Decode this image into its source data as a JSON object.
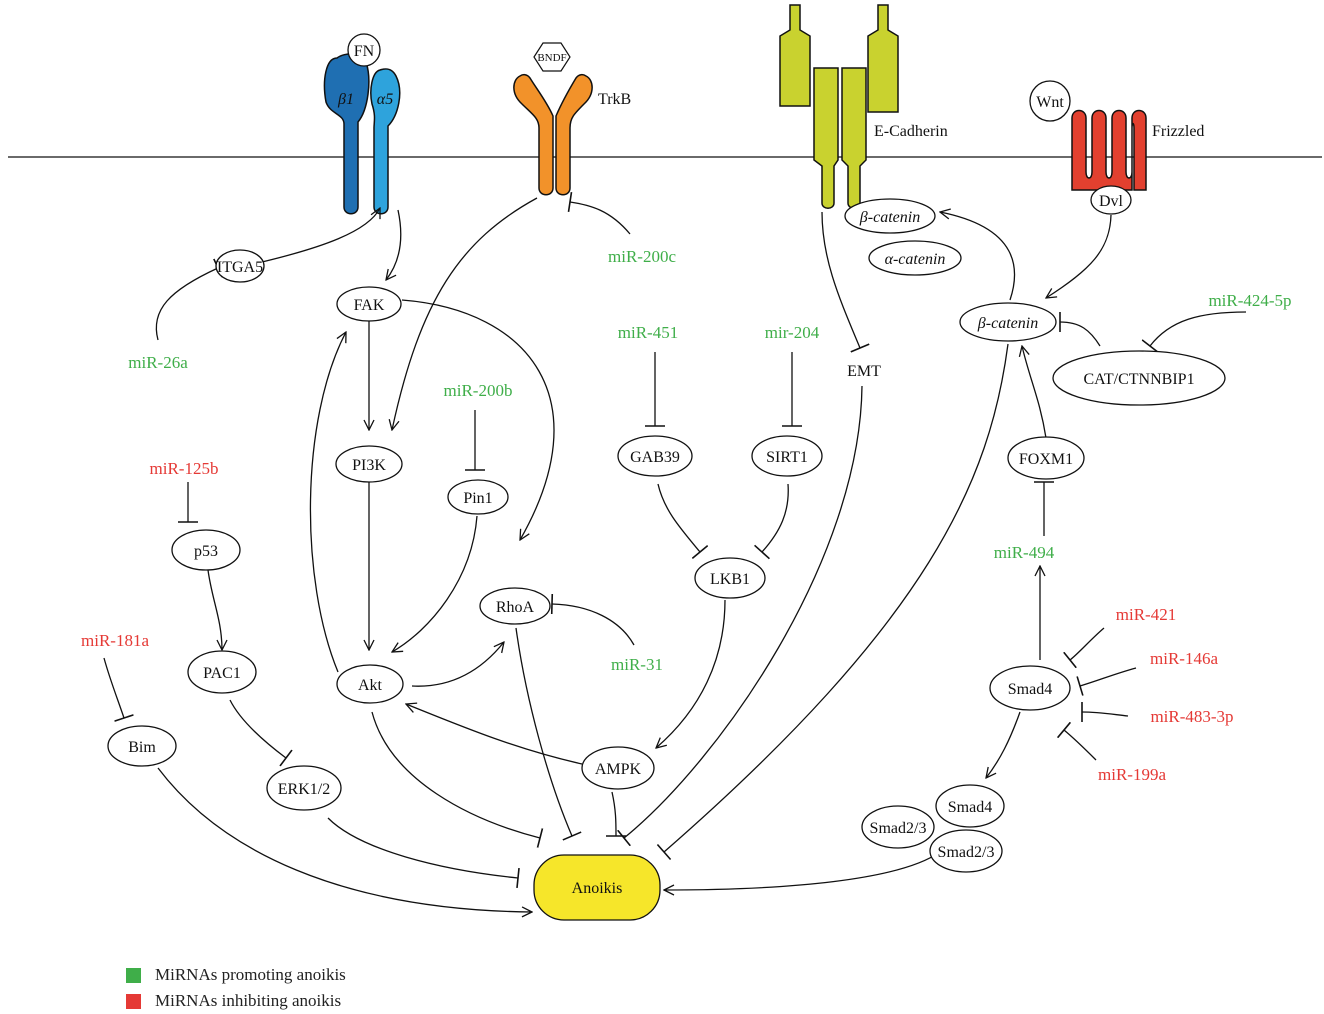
{
  "colors": {
    "promoting": "#3fae49",
    "inhibiting": "#e53935",
    "integrin_beta1": "#1f6fb2",
    "integrin_alpha5": "#2ea3dc",
    "trkb": "#f2922a",
    "ecadherin": "#c9d22f",
    "frizzled": "#e2402f",
    "anoikis": "#f6e62a"
  },
  "receptors": {
    "fn": "FN",
    "beta1": "β1",
    "alpha5": "α5",
    "bndf": "BNDF",
    "trkb": "TrkB",
    "ecadherin": "E-Cadherin",
    "wnt": "Wnt",
    "frizzled": "Frizzled",
    "dvl": "Dvl"
  },
  "nodes": {
    "itga5": "ITGA5",
    "fak": "FAK",
    "pi3k": "PI3K",
    "pin1": "Pin1",
    "akt": "Akt",
    "rhoa": "RhoA",
    "gab39": "GAB39",
    "sirt1": "SIRT1",
    "lkb1": "LKB1",
    "ampk": "AMPK",
    "emt": "EMT",
    "beta_catenin_top": "β-catenin",
    "alpha_catenin": "α-catenin",
    "beta_catenin": "β-catenin",
    "cat_ctnnbip1": "CAT/CTNNBIP1",
    "foxm1": "FOXM1",
    "smad4": "Smad4",
    "smad4_complex": "Smad4",
    "smad23_a": "Smad2/3",
    "smad23_b": "Smad2/3",
    "p53": "p53",
    "pac1": "PAC1",
    "erk12": "ERK1/2",
    "bim": "Bim",
    "anoikis": "Anoikis"
  },
  "mirnas": {
    "mir_26a": "miR-26a",
    "mir_200c": "miR-200c",
    "mir_451": "miR-451",
    "mir_204": "mir-204",
    "mir_424": "miR-424-5p",
    "mir_200b": "miR-200b",
    "mir_125b": "miR-125b",
    "mir_31": "miR-31",
    "mir_494": "miR-494",
    "mir_181a": "miR-181a",
    "mir_421": "miR-421",
    "mir_146a": "miR-146a",
    "mir_483": "miR-483-3p",
    "mir_199a": "miR-199a"
  },
  "legend": {
    "promoting": "MiRNAs promoting anoikis",
    "inhibiting": "MiRNAs inhibiting anoikis"
  }
}
